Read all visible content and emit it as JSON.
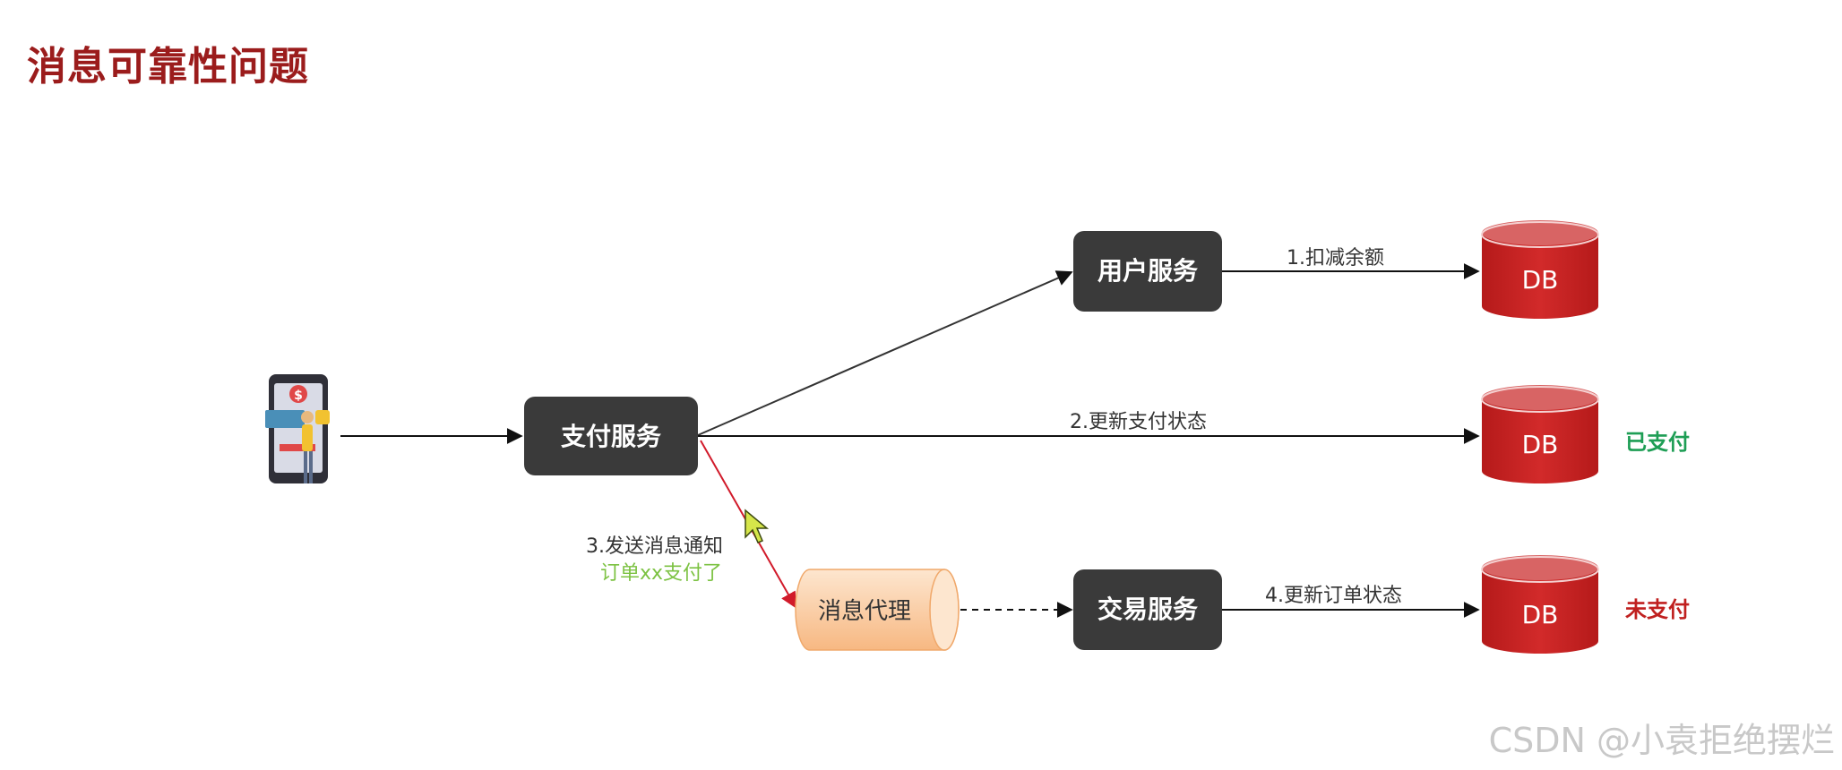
{
  "title": "消息可靠性问题",
  "nodes": {
    "payment_service": "支付服务",
    "user_service": "用户服务",
    "trade_service": "交易服务",
    "message_broker": "消息代理"
  },
  "databases": {
    "db1": "DB",
    "db2": "DB",
    "db3": "DB"
  },
  "edges": {
    "deduct_balance": "1.扣减余额",
    "update_pay_status": "2.更新支付状态",
    "send_notification": "3.发送消息通知",
    "notification_content": "订单xx支付了",
    "update_order_status": "4.更新订单状态"
  },
  "status": {
    "paid": "已支付",
    "unpaid": "未支付"
  },
  "watermark": "CSDN @小袁拒绝摆烂",
  "colors": {
    "title": "#9b1c1c",
    "service_box": "#3a3a3a",
    "db": "#c0201f",
    "broker": "#fbd0a6",
    "paid": "#1e9e55",
    "unpaid": "#c0201f",
    "notify_line": "#d11a2a"
  }
}
